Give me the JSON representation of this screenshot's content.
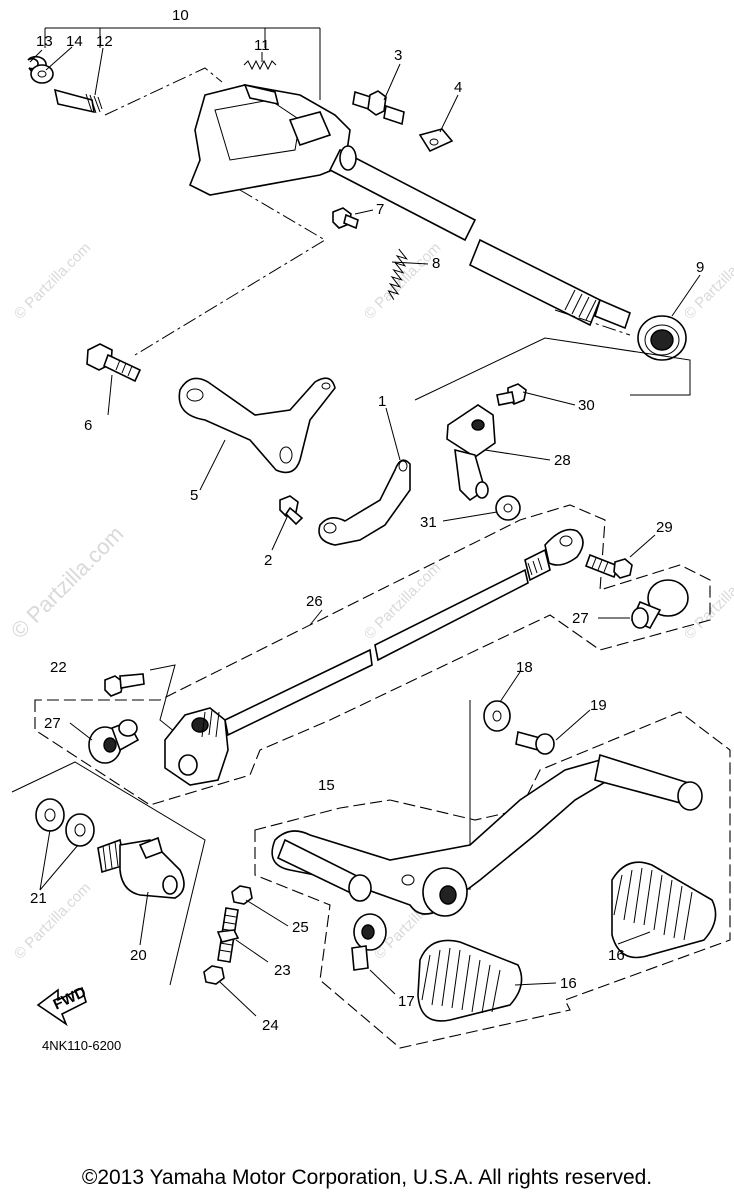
{
  "watermark": "© Partzilla.com",
  "diagram_code": "4NK110-6200",
  "copyright": "©2013 Yamaha Motor Corporation, U.S.A. All rights reserved.",
  "fwd_label": "FWD",
  "callouts": {
    "c1": "1",
    "c2": "2",
    "c3": "3",
    "c4": "4",
    "c5": "5",
    "c6": "6",
    "c7": "7",
    "c8": "8",
    "c9": "9",
    "c10": "10",
    "c11": "11",
    "c12": "12",
    "c13": "13",
    "c14": "14",
    "c15": "15",
    "c16a": "16",
    "c16b": "16",
    "c17": "17",
    "c18": "18",
    "c19": "19",
    "c20": "20",
    "c21": "21",
    "c22": "22",
    "c23": "23",
    "c24": "24",
    "c25": "25",
    "c26": "26",
    "c27a": "27",
    "c27b": "27",
    "c28": "28",
    "c29": "29",
    "c30": "30",
    "c31": "31"
  }
}
